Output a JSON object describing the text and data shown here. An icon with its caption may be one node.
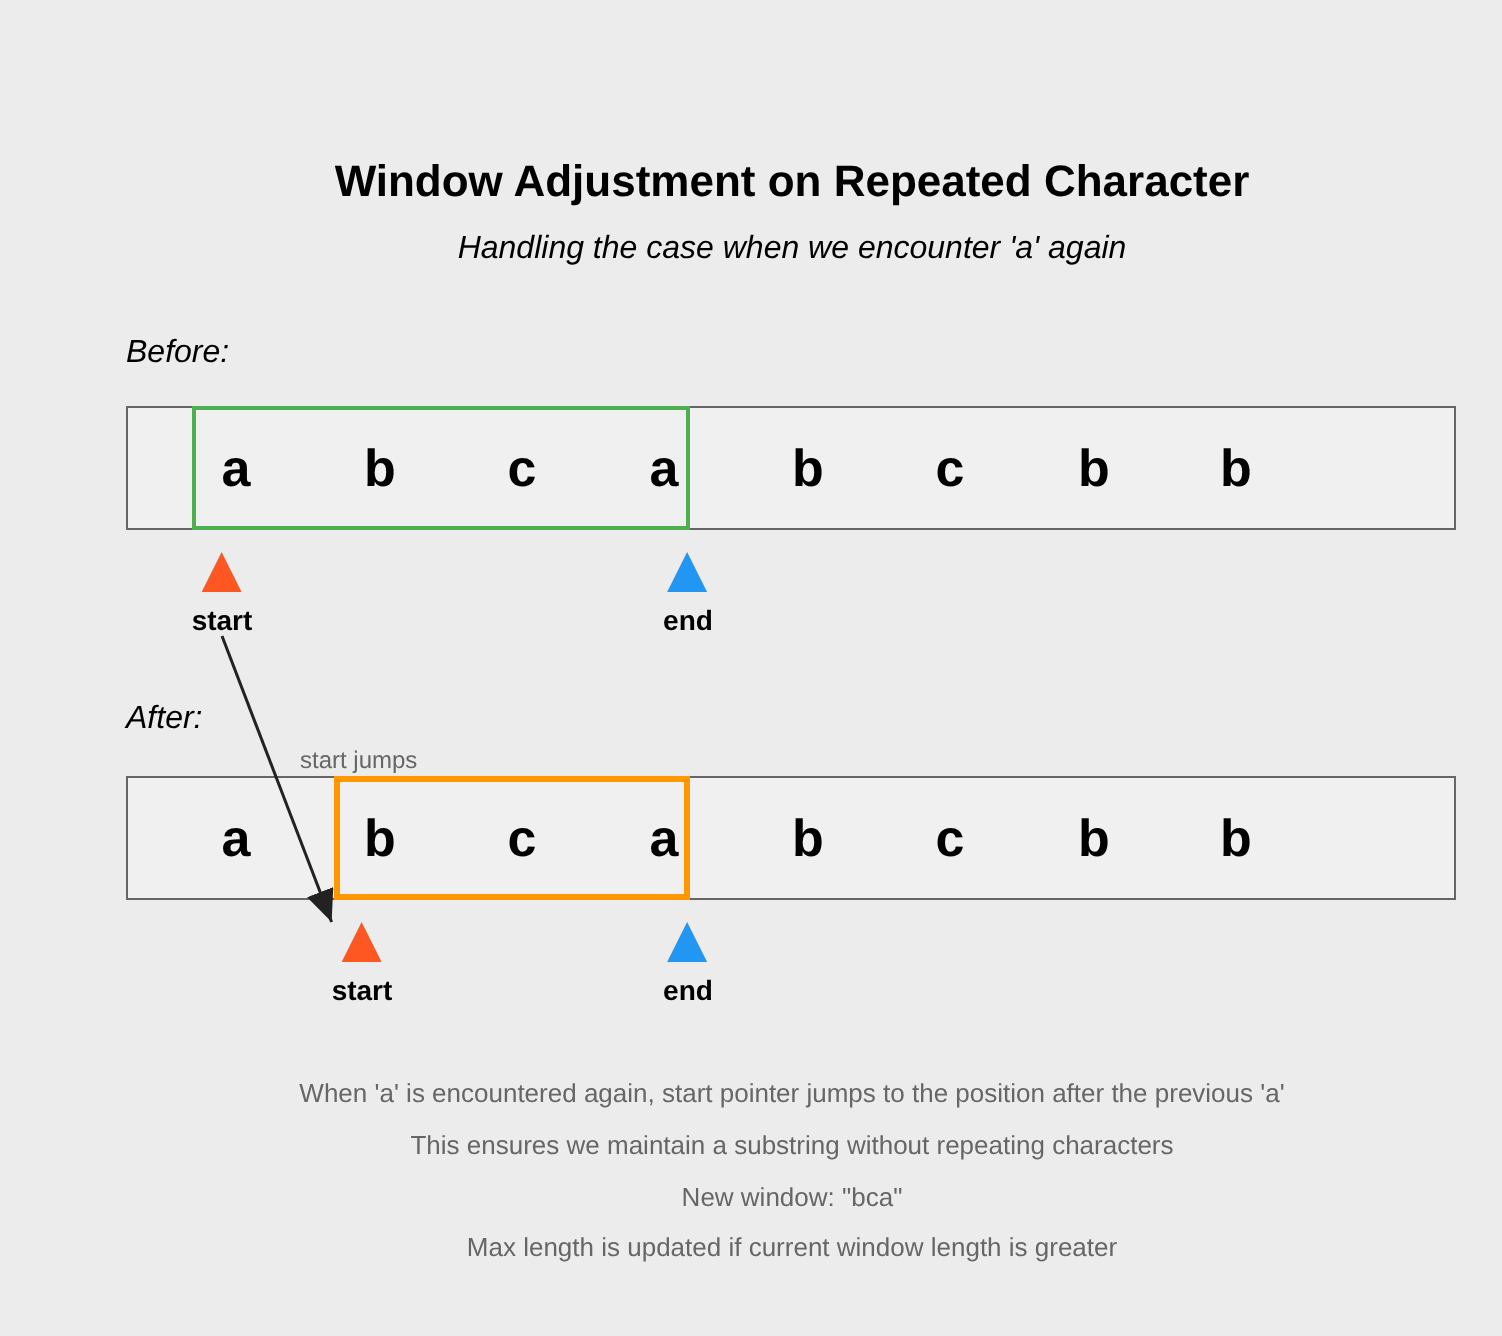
{
  "diagram": {
    "title": "Window Adjustment on Repeated Character",
    "nodes": [
      {
        "text": [
          "b",
          "c",
          "b",
          "b"
        ]
      },
      {
        "text": [
          "a",
          "b",
          "c",
          "a"
        ],
        "in": 0
      },
      {
        "text": [
          "start"
        ]
      },
      {
        "text": [
          "end"
        ]
      },
      {
        "text": [
          "a",
          "b",
          "c",
          "b",
          "b"
        ]
      },
      {
        "text": [
          "b",
          "c",
          "a"
        ],
        "in": 4
      },
      {
        "text": [
          "start"
        ]
      },
      {
        "text": [
          "end"
        ]
      }
    ],
    "edges": [
      {
        "from": 2,
        "to": 6,
        "arrow": "to",
        "label": "start jumps"
      }
    ],
    "labels": [
      "Handling the case when we encounter 'a' again",
      "Before:",
      "After:",
      "When 'a' is encountered again, start pointer jumps to the position after the previous 'a'",
      "This ensures we maintain a substring without repeating characters",
      "New window: \"bca\"",
      "Max length is updated if current window length is greater"
    ]
  }
}
